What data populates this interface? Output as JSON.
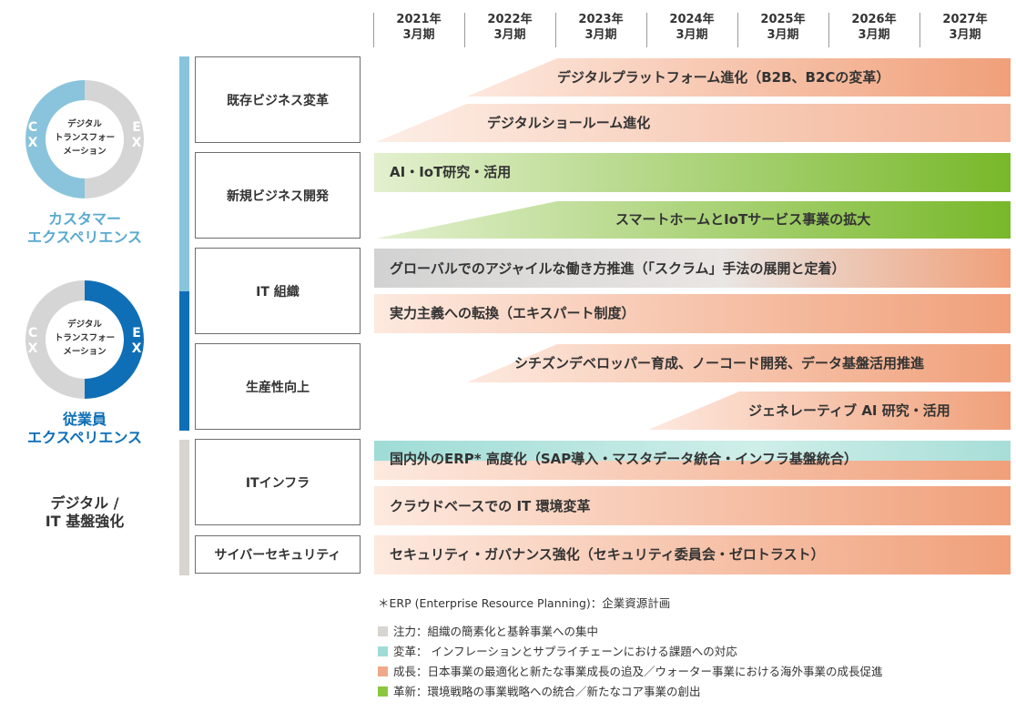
{
  "years": [
    {
      "y": "2021年",
      "p": "3月期"
    },
    {
      "y": "2022年",
      "p": "3月期"
    },
    {
      "y": "2023年",
      "p": "3月期"
    },
    {
      "y": "2024年",
      "p": "3月期"
    },
    {
      "y": "2025年",
      "p": "3月期"
    },
    {
      "y": "2026年",
      "p": "3月期"
    },
    {
      "y": "2027年",
      "p": "3月期"
    }
  ],
  "rings": {
    "center": [
      "デジタル",
      "トランスフォー",
      "メーション"
    ],
    "c": "C",
    "x": "X",
    "e": "E",
    "cx_label": [
      "カスタマー",
      "エクスペリエンス"
    ],
    "ex_label": [
      "従業員",
      "エクスペリエンス"
    ],
    "infra_label": [
      "デジタル /",
      "IT 基盤強化"
    ]
  },
  "categories": {
    "existing": "既存ビジネス変革",
    "new": "新規ビジネス開発",
    "it_org": "IT 組織",
    "productivity": "生産性向上",
    "infra": "ITインフラ",
    "security": "サイバーセキュリティ"
  },
  "initiatives": {
    "platform": "デジタルプラットフォーム進化（B2B、B2Cの変革）",
    "showroom": "デジタルショールーム進化",
    "ai_iot": "AI・IoT研究・活用",
    "smarthome": "スマートホームとIoTサービス事業の拡大",
    "agile": "グローバルでのアジャイルな働き方推進（「スクラム」手法の展開と定着）",
    "expert": "実力主義への転換（エキスパート制度）",
    "citizen": "シチズンデベロッパー育成、ノーコード開発、データ基盤活用推進",
    "genai": "ジェネレーティブ AI 研究・活用",
    "erp": "国内外のERP* 高度化（SAP導入・マスタデータ統合・インフラ基盤統合）",
    "cloud": "クラウドベースでの IT 環境変革",
    "governance": "セキュリティ・ガバナンス強化（セキュリティ委員会・ゼロトラスト）"
  },
  "footnote": "＊ERP (Enterprise Resource Planning)：企業資源計画",
  "legend": [
    {
      "label": "注力：組織の簡素化と基幹事業への集中",
      "color": "#d8d4cf"
    },
    {
      "label": "変革： インフレーションとサプライチェーンにおける課題への対応",
      "color": "#9fdcd6"
    },
    {
      "label": "成長：日本事業の最適化と新たな事業成長の追及／ウォーター事業における海外事業の成長促進",
      "color": "#f0a988"
    },
    {
      "label": "革新：環境戦略の事業戦略への統合／新たなコア事業の創出",
      "color": "#8cc63f"
    }
  ],
  "colors": {
    "cx_blue": "#89c4dc",
    "ex_blue": "#0f6fb6",
    "ring_gray": "#d5d5d5",
    "orange": "#f0a07a",
    "green": "#78b82a",
    "gray": "#cfcfcf",
    "teal": "#9fdcd6",
    "beige": "#d8d4cf"
  }
}
